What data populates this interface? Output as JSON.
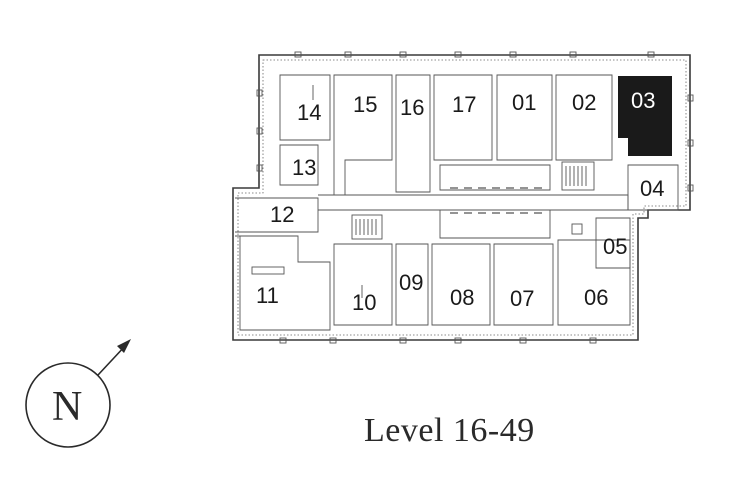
{
  "floorplan": {
    "level_label": "Level 16-49",
    "compass_letter": "N",
    "highlighted_unit": "03",
    "highlight_color": "#1a1a1a",
    "units": [
      {
        "id": "01",
        "label": "01"
      },
      {
        "id": "02",
        "label": "02"
      },
      {
        "id": "03",
        "label": "03"
      },
      {
        "id": "04",
        "label": "04"
      },
      {
        "id": "05",
        "label": "05"
      },
      {
        "id": "06",
        "label": "06"
      },
      {
        "id": "07",
        "label": "07"
      },
      {
        "id": "08",
        "label": "08"
      },
      {
        "id": "09",
        "label": "09"
      },
      {
        "id": "10",
        "label": "10"
      },
      {
        "id": "11",
        "label": "11"
      },
      {
        "id": "12",
        "label": "12"
      },
      {
        "id": "13",
        "label": "13"
      },
      {
        "id": "14",
        "label": "14"
      },
      {
        "id": "15",
        "label": "15"
      },
      {
        "id": "16",
        "label": "16"
      },
      {
        "id": "17",
        "label": "17"
      }
    ]
  }
}
